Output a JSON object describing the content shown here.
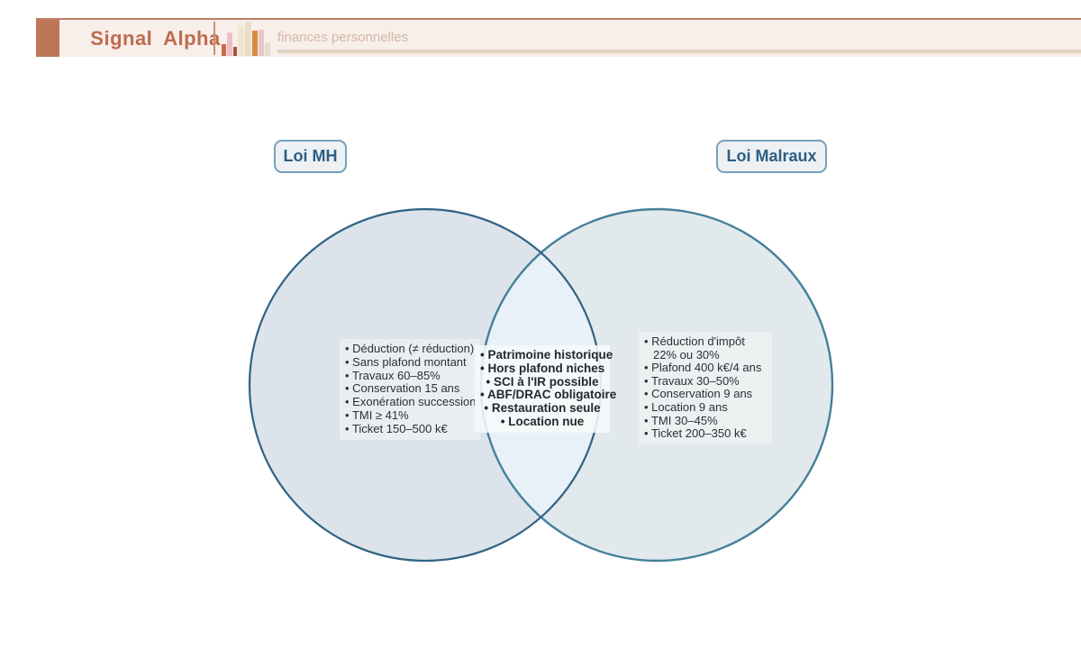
{
  "header": {
    "brand": "Signal Alpha",
    "topic_label": "finances personnelles",
    "colors": {
      "band_bg": "#f8eeea",
      "band_border": "#bc7e62",
      "accent_block": "#bd7658",
      "brand_text": "#bf6b4e",
      "divider": "#c9906f",
      "topic_text": "#d6b7a5",
      "topic_underline": "#e0d2c0"
    },
    "logo_bars": [
      {
        "color": "#c96a4b",
        "height": 13,
        "width": 5
      },
      {
        "color": "#ecc0c2",
        "height": 26,
        "width": 6
      },
      {
        "color": "#a35240",
        "height": 10,
        "width": 4
      },
      {
        "color": "#efe6d0",
        "height": 34,
        "width": 7
      },
      {
        "color": "#e9dfc8",
        "height": 38,
        "width": 7
      },
      {
        "color": "#d98a41",
        "height": 28,
        "width": 6
      },
      {
        "color": "#ecc6c6",
        "height": 29,
        "width": 6
      },
      {
        "color": "#e6decb",
        "height": 15,
        "width": 6
      }
    ]
  },
  "venn": {
    "left": {
      "label": "Loi MH",
      "fill": "#dce3eb",
      "stroke": "#306283",
      "items": [
        "Déduction (≠ réduction)",
        "Sans plafond montant",
        "Travaux 60–85%",
        "Conservation 15 ans",
        "Exonération succession",
        "TMI ≥ 41%",
        "Ticket 150–500 k€"
      ]
    },
    "right": {
      "label": "Loi Malraux",
      "fill": "#e2e9ec",
      "stroke": "#44809a",
      "items": [
        "Réduction d'impôt 22% ou 30%",
        "Plafond 400 k€/4 ans",
        "Travaux 30–50%",
        "Conservation 9 ans",
        "Location 9 ans",
        "TMI 30–45%",
        "Ticket 200–350 k€"
      ]
    },
    "intersection": {
      "fill": "#e8f1f7",
      "items": [
        "Patrimoine historique",
        "Hors plafond niches",
        "SCI à l'IR possible",
        "ABF/DRAC obligatoire",
        "Restauration seule",
        "Location nue"
      ]
    },
    "pill_style": {
      "bg": "#edf1f4",
      "border": "#76a0bc",
      "text_color": "#2d5f83"
    }
  }
}
